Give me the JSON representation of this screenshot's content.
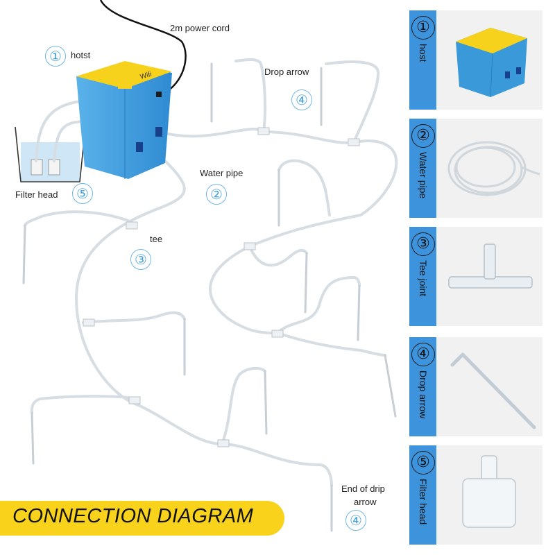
{
  "labels": {
    "power_cord": "2m power cord",
    "host": "hotst",
    "drop_arrow": "Drop arrow",
    "water_pipe": "Water pipe",
    "filter_head": "Filter head",
    "tee": "tee",
    "end_of_drip_line1": "End of drip",
    "end_of_drip_line2": "arrow"
  },
  "numbers": {
    "host": "①",
    "drop_arrow": "④",
    "water_pipe": "②",
    "filter_head": "⑤",
    "tee": "③",
    "end_of_drip": "④"
  },
  "host_unit": {
    "wifi_text": "Wifi"
  },
  "banner": {
    "title": "CONNECTION DIAGRAM"
  },
  "legend": [
    {
      "number": "①",
      "label": "host"
    },
    {
      "number": "②",
      "label": "Water pipe"
    },
    {
      "number": "③",
      "label": "Tee joint"
    },
    {
      "number": "④",
      "label": "Drop arrow"
    },
    {
      "number": "⑤",
      "label": "Filter head"
    }
  ],
  "colors": {
    "accent_blue": "#3d94dc",
    "number_blue": "#4aa3dc",
    "banner_yellow": "#f8d21b",
    "host_blue": "#3a9ad9",
    "host_top_yellow": "#f7d21c",
    "panel_bg": "#f1f1f1"
  }
}
